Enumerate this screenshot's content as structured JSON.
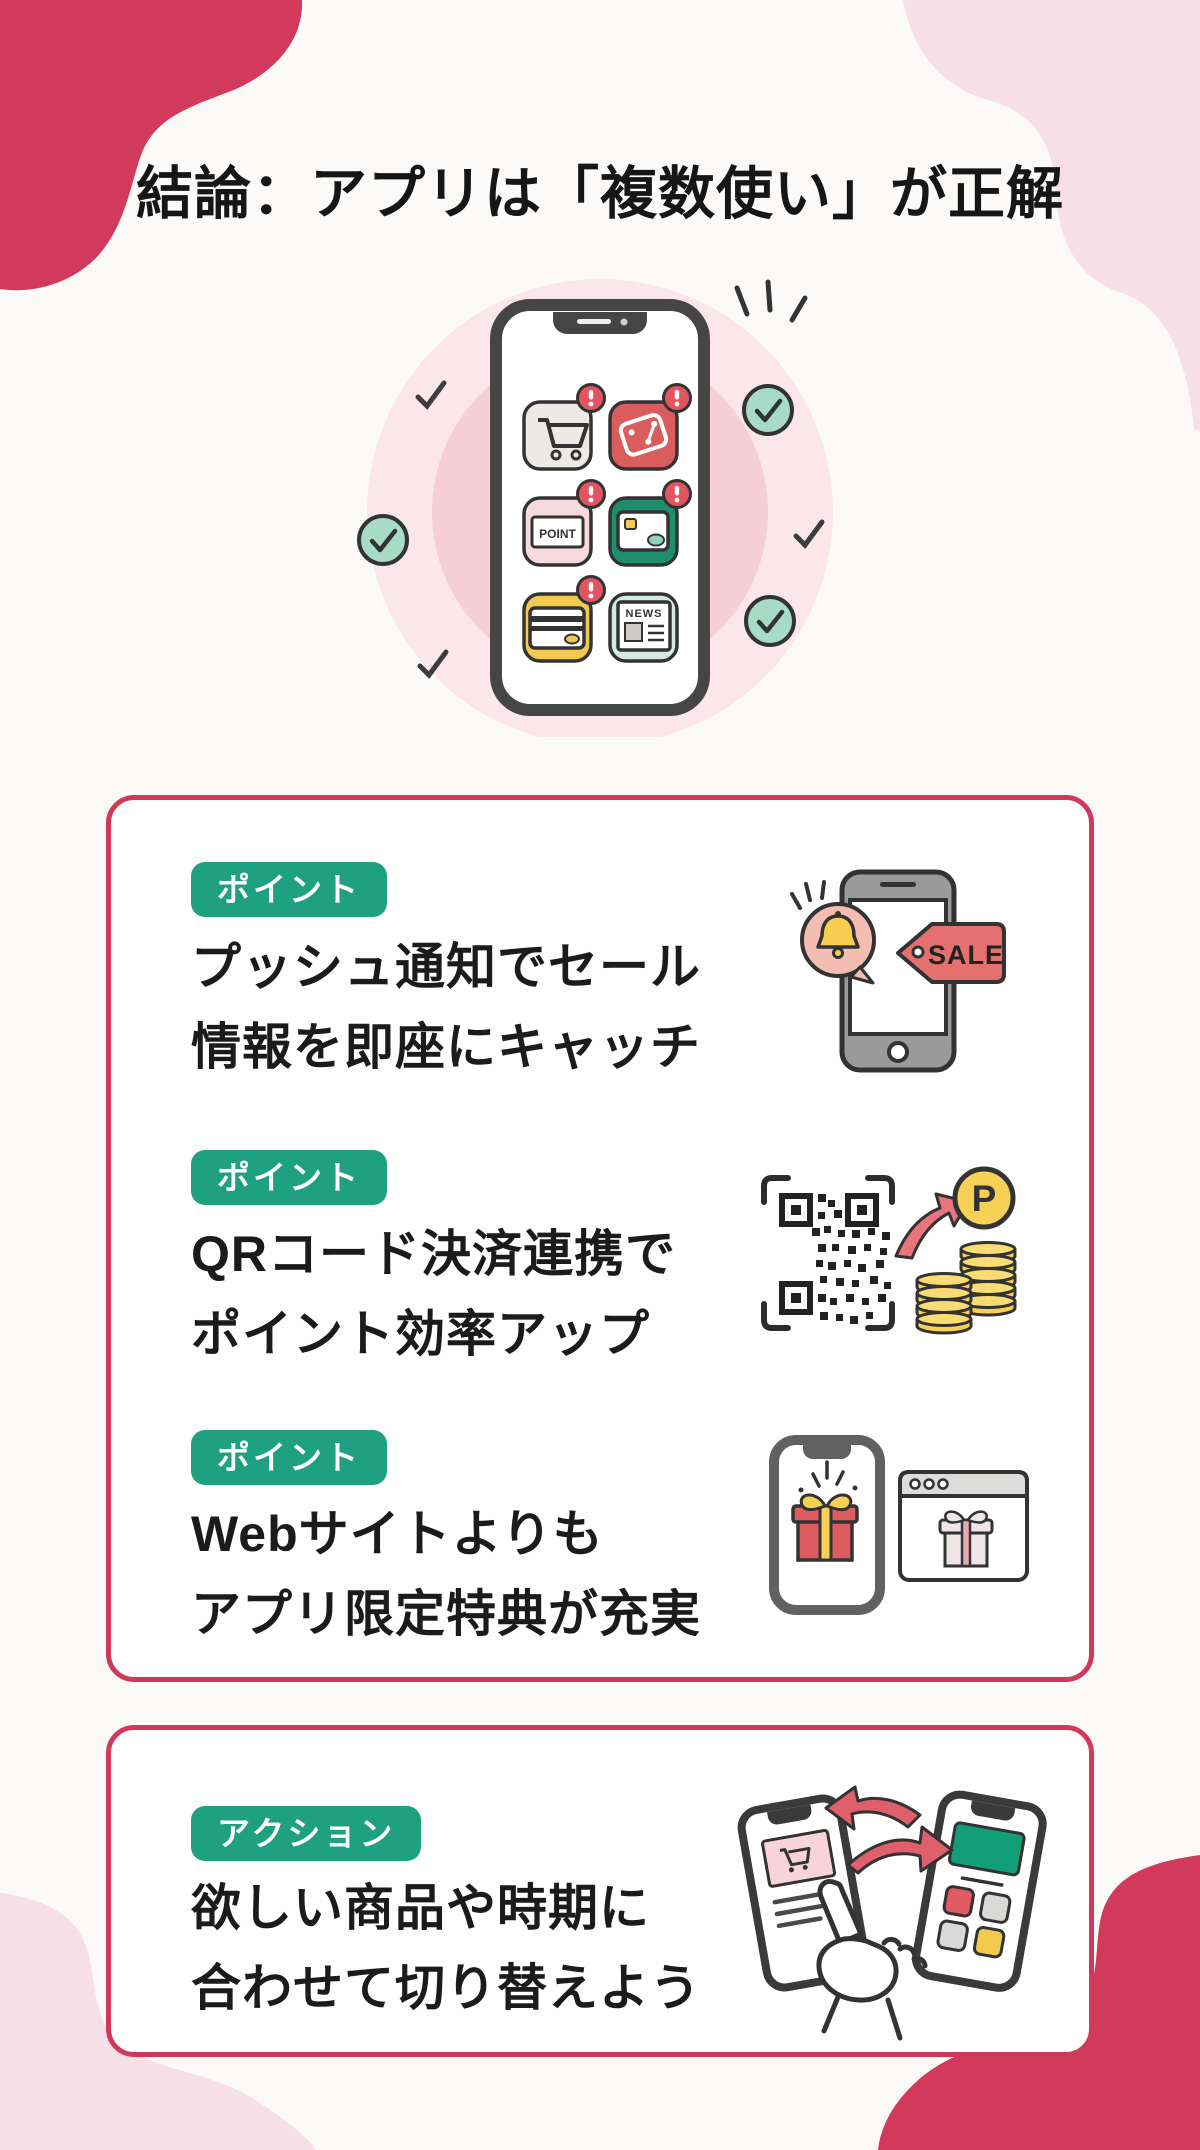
{
  "title": "結論：アプリは「複数使い」が正解",
  "palette": {
    "crimson": "#d13a5b",
    "light_pink": "#f6dfe6",
    "badge_green": "#1fa080",
    "accent_yellow": "#f2c84e",
    "mint": "#a6dbc8"
  },
  "hero": {
    "app_labels": {
      "point": "POINT",
      "news": "NEWS"
    }
  },
  "points_box": {
    "sections": [
      {
        "badge": "ポイント",
        "line1": "プッシュ通知でセール",
        "line2": "情報を即座にキャッチ",
        "sale_label": "SALE"
      },
      {
        "badge": "ポイント",
        "line1": "QRコード決済連携で",
        "line2": "ポイント効率アップ",
        "point_coin_label": "P"
      },
      {
        "badge": "ポイント",
        "line1": "Webサイトよりも",
        "line2": "アプリ限定特典が充実"
      }
    ]
  },
  "action_box": {
    "badge": "アクション",
    "line1": "欲しい商品や時期に",
    "line2": "合わせて切り替えよう"
  }
}
